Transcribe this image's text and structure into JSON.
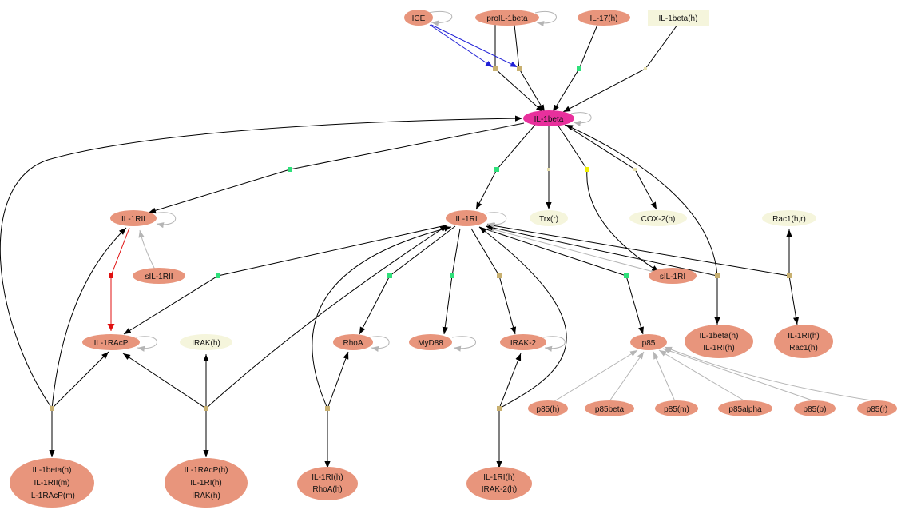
{
  "nodes": {
    "ice": "ICE",
    "prol1beta": "proIL-1beta",
    "il17h": "IL-17(h)",
    "il1betah": "IL-1beta(h)",
    "il1beta": "IL-1beta",
    "il1rii": "IL-1RII",
    "il1ri": "IL-1RI",
    "trxr": "Trx(r)",
    "cox2h": "COX-2(h)",
    "rac1hr": "Rac1(h,r)",
    "sil1rii": "sIL-1RII",
    "sil1ri": "sIL-1RI",
    "il1racp": "IL-1RAcP",
    "irakh": "IRAK(h)",
    "rhoa": "RhoA",
    "myd88": "MyD88",
    "irak2": "IRAK-2",
    "p85": "p85",
    "c_il1beta_il1ri": [
      "IL-1beta(h)",
      "IL-1RI(h)"
    ],
    "c_il1ri_rac1": [
      "IL-1RI(h)",
      "Rac1(h)"
    ],
    "p85h": "p85(h)",
    "p85beta": "p85beta",
    "p85m": "p85(m)",
    "p85alpha": "p85alpha",
    "p85b": "p85(b)",
    "p85r": "p85(r)",
    "c_il1beta_rii_racp": [
      "IL-1beta(h)",
      "IL-1RII(m)",
      "IL-1RAcP(m)"
    ],
    "c_racp_ri_irak": [
      "IL-1RAcP(h)",
      "IL-1RI(h)",
      "IRAK(h)"
    ],
    "c_ri_rhoa": [
      "IL-1RI(h)",
      "RhoA(h)"
    ],
    "c_ri_irak2": [
      "IL-1RI(h)",
      "IRAK-2(h)"
    ]
  },
  "colors": {
    "salmon": "#e8957c",
    "cream": "#f5f5dc",
    "magenta": "#e8309c",
    "green_marker": "#2ee07a",
    "tan_marker": "#c8b070",
    "yellow_marker": "#f0f000",
    "red_marker": "#e01010"
  }
}
